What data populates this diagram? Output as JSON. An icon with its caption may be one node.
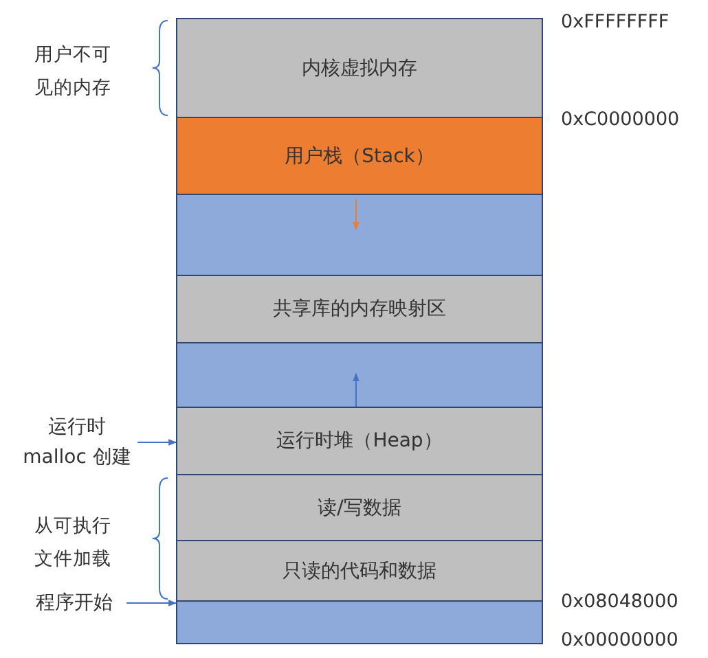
{
  "diagram": {
    "nodes": [
      {
        "text": [
          "内核虚拟内存"
        ]
      },
      {
        "text": [
          "用户栈（Stack）"
        ]
      },
      {
        "text": [],
        "shape": "box"
      },
      {
        "text": [
          "共享库的内存映射区"
        ]
      },
      {
        "text": [],
        "shape": "box"
      },
      {
        "text": [
          "运行时堆（Heap）"
        ]
      },
      {
        "text": [
          "读/写数据"
        ]
      },
      {
        "text": [
          "只读的代码和数据"
        ]
      },
      {
        "text": [],
        "shape": "box"
      },
      {
        "text": [
          "运行时 malloc 创建"
        ]
      },
      {
        "text": [
          "程序开始"
        ]
      }
    ],
    "edges": [
      {
        "from": 9,
        "to": 5,
        "arrow": "to"
      },
      {
        "from": 10,
        "to": 8,
        "arrow": "to"
      }
    ],
    "labels": [
      "0xFFFFFFFF",
      "用户不可见的内存",
      "0xC0000000",
      "从可执行文件加载",
      "0x08048000",
      "0x00000000"
    ]
  }
}
